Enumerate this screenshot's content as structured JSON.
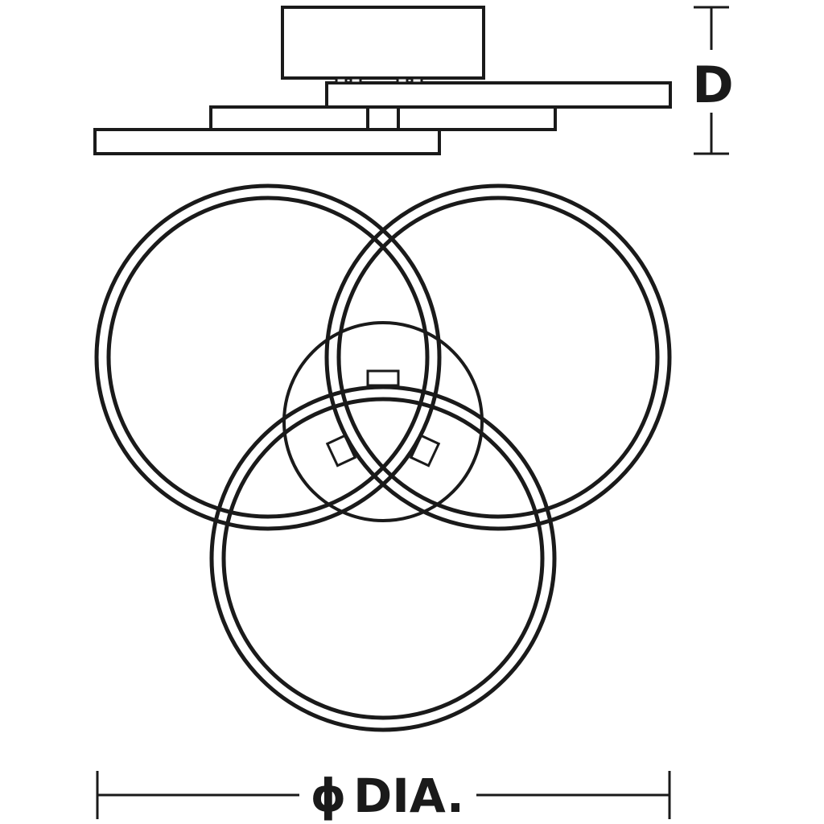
{
  "labels": {
    "depth": "D",
    "diameter_symbol": "ϕ",
    "diameter": "DIA."
  },
  "colors": {
    "line": "#1a1a1a",
    "background": "#ffffff"
  }
}
